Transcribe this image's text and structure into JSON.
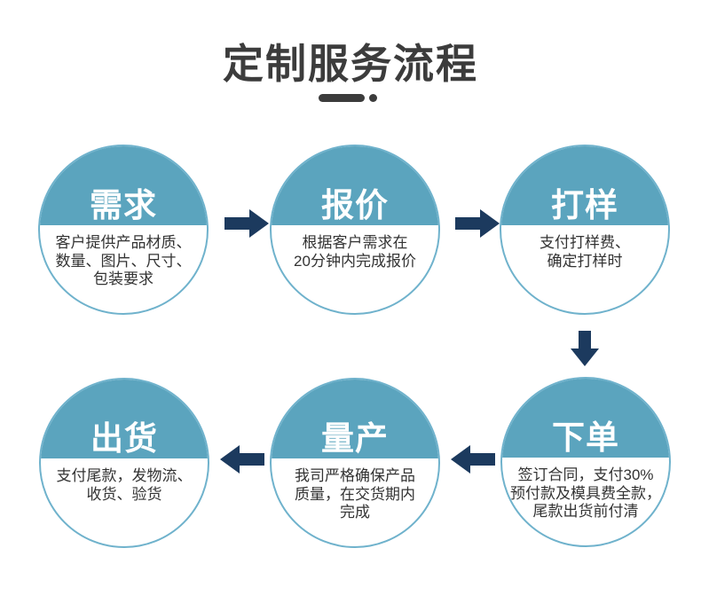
{
  "colors": {
    "circle_fill": "#5ba4be",
    "circle_border": "#6fb2cc",
    "arrow": "#1c3a5e",
    "title_text": "#3c3c3c",
    "desc_text": "#333333"
  },
  "header": {
    "title": "定制服务流程"
  },
  "steps": [
    {
      "title": "需求",
      "desc_lines": [
        "客户提供产品材质、",
        "数量、图片、尺寸、",
        "包装要求"
      ]
    },
    {
      "title": "报价",
      "desc_lines": [
        "根据客户需求在",
        "20分钟内完成报价"
      ]
    },
    {
      "title": "打样",
      "desc_lines": [
        "支付打样费、",
        "确定打样时"
      ]
    },
    {
      "title": "下单",
      "desc_lines": [
        "签订合同，支付30%",
        "预付款及模具费全款，",
        "尾款出货前付清"
      ]
    },
    {
      "title": "量产",
      "desc_lines": [
        "我司严格确保产品",
        "质量，在交货期内",
        "完成"
      ]
    },
    {
      "title": "出货",
      "desc_lines": [
        "支付尾款，发物流、",
        "收货、验货"
      ]
    }
  ],
  "arrows": [
    "right",
    "right",
    "down",
    "left",
    "left"
  ]
}
